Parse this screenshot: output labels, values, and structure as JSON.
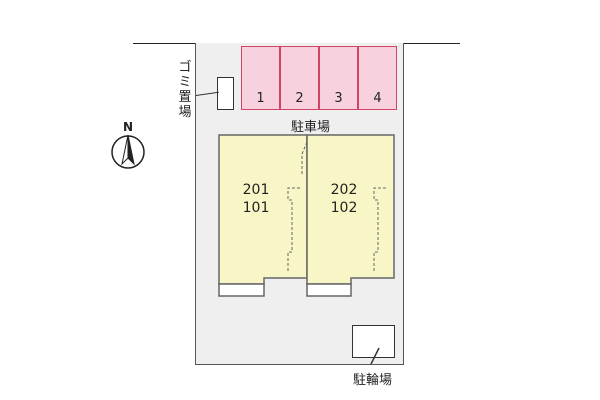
{
  "parking_spaces": [
    "1",
    "2",
    "3",
    "4"
  ],
  "labels": {
    "garbage": [
      "ゴ",
      "ミ",
      "置",
      "場"
    ],
    "parking": "駐車場",
    "bicycle": "駐輪場",
    "compass_north": "N"
  },
  "units": [
    {
      "upper": "201",
      "lower": "101"
    },
    {
      "upper": "202",
      "lower": "102"
    }
  ],
  "colors": {
    "parking_fill": "#f7d2de",
    "parking_border": "#d04464",
    "unit_fill": "#f8f6c6",
    "lot_fill": "#efefef"
  }
}
